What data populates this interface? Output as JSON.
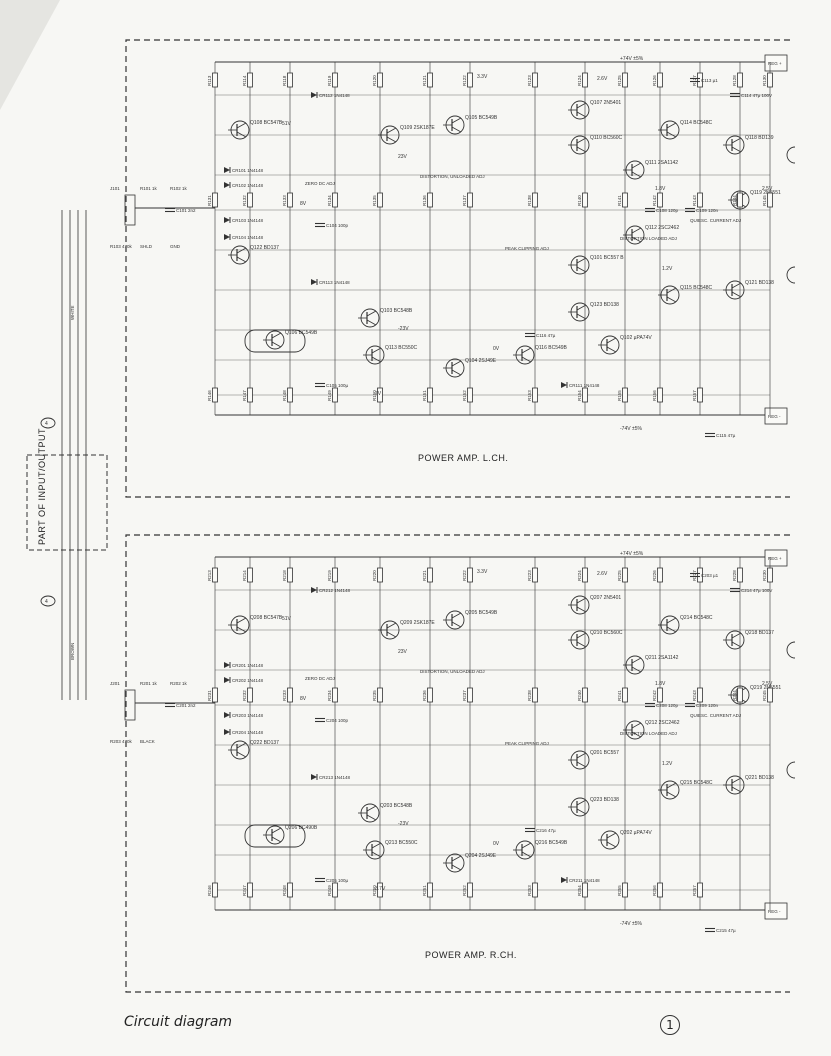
{
  "channels": [
    {
      "title": "POWER AMP. L.CH.",
      "supply_pos": "+74V ±5%",
      "supply_neg": "-74V ±5%",
      "reg_pos": "REG +",
      "reg_neg": "REG -",
      "notes": [
        "DISTORTION, UNLOADED ADJ",
        "PEAK CLIPPING ADJ",
        "DISTORTION LOADED ADJ",
        "QUIESC. CURRENT ADJ",
        "ZERO DC ADJ"
      ],
      "transistors": [
        "Q108 BC547B",
        "Q109 2SK187E",
        "Q105 BC549B",
        "Q107 2N5401",
        "Q110 BC560C",
        "Q111 2SA1142",
        "Q114 BC548C",
        "Q118 BD139",
        "Q122 BD137",
        "Q101 BC557 B",
        "Q112 2SC2462",
        "Q115 BC548C",
        "Q121 BD138",
        "Q123 BD138",
        "Q113 BC550C",
        "Q103 BC548B",
        "Q104 2SJ49E",
        "Q102 µPA74V",
        "Q116 BC549B",
        "Q106 BC549B",
        "Q119 2N5551"
      ],
      "diodes": [
        "CR101 1N4148",
        "CR102 1N4148",
        "CR103 1N4148",
        "CR104 1N4148",
        "CR112 1N4148",
        "CR113 1N4148",
        "CR111 1N4148"
      ],
      "resistors": [
        "R113",
        "R114",
        "R118",
        "R119",
        "R120",
        "R121",
        "R122",
        "R123",
        "R124",
        "R125",
        "R126",
        "R127",
        "R128",
        "R130",
        "R131",
        "R132",
        "R133",
        "R134",
        "R135",
        "R136",
        "R137",
        "R138",
        "R140",
        "R141",
        "R142",
        "R143",
        "R144",
        "R145",
        "R146",
        "R147",
        "R148",
        "R149",
        "R150",
        "R151",
        "R152",
        "R153",
        "R154",
        "R155",
        "R156",
        "R157"
      ],
      "capacitors": [
        "C101 2n2",
        "C104 100p",
        "C105 100µ",
        "C113 µ1",
        "C114 47µ 100V",
        "C115 47µ",
        "C116 47µ",
        "C108 120p",
        "C109 120n"
      ],
      "voltages": [
        "51V",
        "8V",
        "23V",
        "-23V",
        "3.3V",
        "2.6V",
        "1.8V",
        "2.5V",
        "7V",
        "0V",
        "1.2V"
      ],
      "misc": [
        "J101",
        "R101 1k",
        "R102 1k",
        "R103 470k",
        "SHLD",
        "GND"
      ]
    },
    {
      "title": "POWER AMP. R.CH.",
      "supply_pos": "+74V ±5%",
      "supply_neg": "-74V ±5%",
      "reg_pos": "REG +",
      "reg_neg": "REG -",
      "notes": [
        "DISTORTION, UNLOADED ADJ",
        "PEAK CLIPPING ADJ",
        "DISTORTION LOADED ADJ",
        "QUIESC. CURRENT ADJ",
        "ZERO DC ADJ"
      ],
      "transistors": [
        "Q208 BC547B",
        "Q209 2SK187E",
        "Q205 BC549B",
        "Q207 2N5401",
        "Q210 BC560C",
        "Q211 2SA1142",
        "Q214 BC548C",
        "Q218 BD137",
        "Q222 BD137",
        "Q201 BC557",
        "Q212 2SC2462",
        "Q215 BC548C",
        "Q221 BD138",
        "Q223 BD138",
        "Q213 BC550C",
        "Q203 BC548B",
        "Q204 2SJ49E",
        "Q202 µPA74V",
        "Q216 BC549B",
        "Q206 BC490B",
        "Q219 2N5551"
      ],
      "diodes": [
        "CR201 1N4148",
        "CR202 1N4148",
        "CR203 1N4148",
        "CR204 1N4148",
        "CR212 1N4148",
        "CR213 1N4148",
        "CR211 1N4148"
      ],
      "resistors": [
        "R213",
        "R214",
        "R218",
        "R219",
        "R220",
        "R221",
        "R222",
        "R223",
        "R224",
        "R225",
        "R226",
        "R227",
        "R228",
        "R230",
        "R231",
        "R232",
        "R233",
        "R234",
        "R235",
        "R236",
        "R237",
        "R238",
        "R240",
        "R241",
        "R242",
        "R243",
        "R244",
        "R245",
        "R246",
        "R247",
        "R248",
        "R249",
        "R250",
        "R251",
        "R252",
        "R253",
        "R254",
        "R255",
        "R256",
        "R257"
      ],
      "capacitors": [
        "C201 2n2",
        "C204 100p",
        "C205 100µ",
        "C203 µ1",
        "C214 47µ 100V",
        "C215 47µ",
        "C216 47µ",
        "C208 120p",
        "C209 120n"
      ],
      "voltages": [
        "51V",
        "8V",
        "23V",
        "-23V",
        "3.3V",
        "2.6V",
        "1.8V",
        "2.5V",
        "3.7V",
        "0V",
        "1.2V"
      ],
      "misc": [
        "J201",
        "R201 1k",
        "R202 1k",
        "R203 470k",
        "BLACK"
      ]
    }
  ],
  "input_block": {
    "label": "PART OF INPUT/OUTPUT",
    "wire_top": "WHITE",
    "wire_bottom": "BROWN",
    "marker_top": "4",
    "marker_bottom": "4"
  },
  "caption": "Circuit diagram",
  "page_number": "1"
}
